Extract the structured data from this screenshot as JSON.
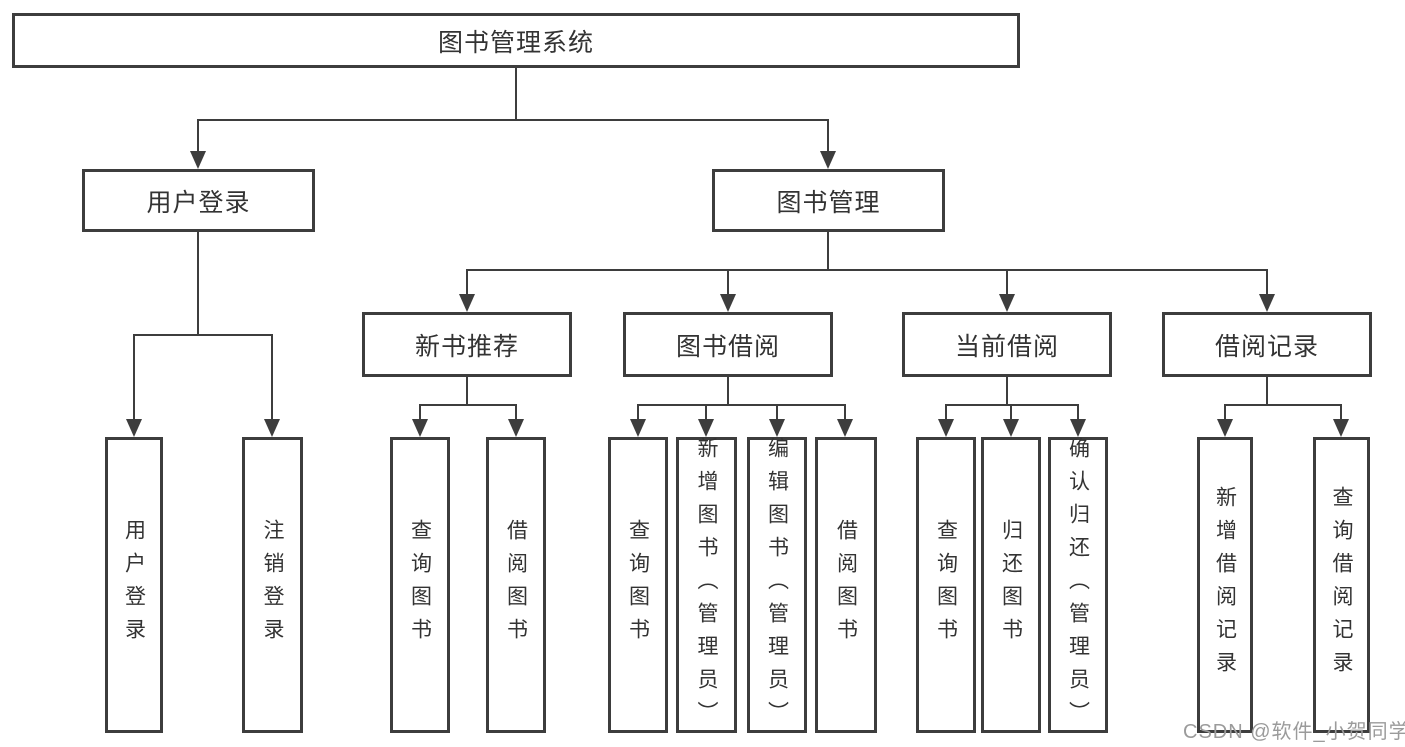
{
  "diagram": {
    "title": "图书管理系统",
    "branches": [
      {
        "label": "用户登录",
        "children": [
          {
            "label": "用户登录"
          },
          {
            "label": "注销登录"
          }
        ]
      },
      {
        "label": "图书管理",
        "children": [
          {
            "label": "新书推荐",
            "children": [
              {
                "label": "查询图书"
              },
              {
                "label": "借阅图书"
              }
            ]
          },
          {
            "label": "图书借阅",
            "children": [
              {
                "label": "查询图书"
              },
              {
                "label": "新增图书（管理员）"
              },
              {
                "label": "编辑图书（管理员）"
              },
              {
                "label": "借阅图书"
              }
            ]
          },
          {
            "label": "当前借阅",
            "children": [
              {
                "label": "查询图书"
              },
              {
                "label": "归还图书"
              },
              {
                "label": "确认归还（管理员）"
              }
            ]
          },
          {
            "label": "借阅记录",
            "children": [
              {
                "label": "新增借阅记录"
              },
              {
                "label": "查询借阅记录"
              }
            ]
          }
        ]
      }
    ]
  },
  "watermark": {
    "text": "CSDN @软件_小贺同学"
  },
  "colors": {
    "line": "#3d3d3d",
    "box_border": "#3d3d3d",
    "text": "#333333",
    "watermark": "#9b9b9b",
    "background": "#ffffff"
  }
}
